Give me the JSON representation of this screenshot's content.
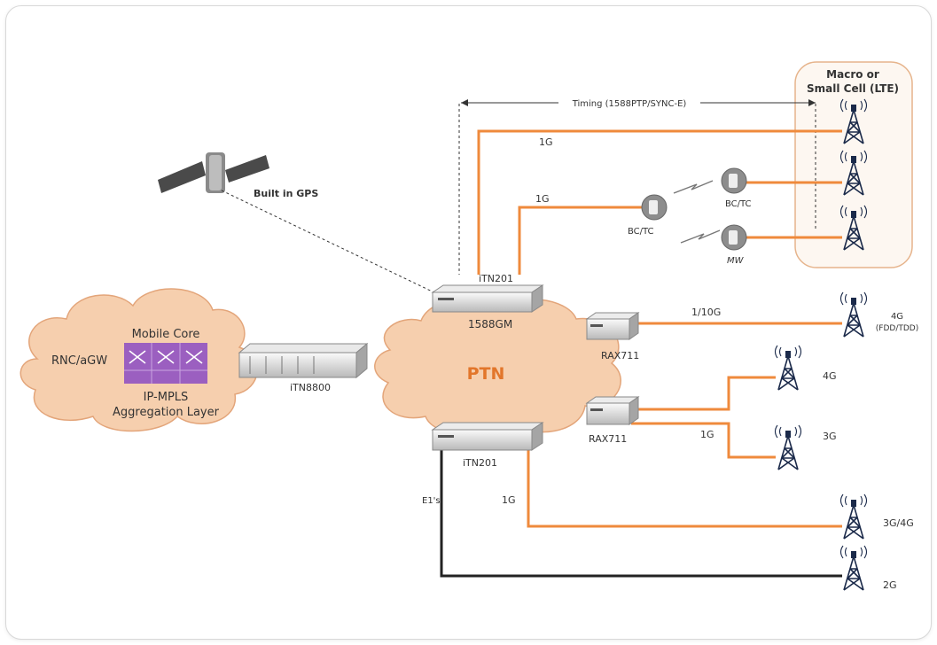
{
  "title_timing": "Timing (1588PTP/SYNC-E)",
  "gps": "Built in GPS",
  "cell_group": {
    "line1": "Macro or",
    "line2": "Small Cell (LTE)"
  },
  "core": {
    "title": "Mobile Core",
    "left": "RNC/aGW",
    "agg1": "IP-MPLS",
    "agg2": "Aggregation Layer"
  },
  "devices": {
    "itn8800": "iTN8800",
    "itn201_top": "iTN201",
    "gm": "1588GM",
    "itn201_bottom": "iTN201",
    "rax_top": "RAX711",
    "rax_bottom": "RAX711"
  },
  "ptn": "PTN",
  "links": {
    "l1": "1G",
    "l2": "1G",
    "l3": "1/10G",
    "l4": "1G",
    "l5": "1G",
    "e1": "E1's"
  },
  "radio": {
    "bctc_left": "BC/TC",
    "bctc_right": "BC/TC",
    "mw": "MW"
  },
  "towers": {
    "t4g_fdd": "4G",
    "t4g_fdd_sub": "(FDD/TDD)",
    "t4g": "4G",
    "t3g": "3G",
    "t3g4g": "3G/4G",
    "t2g": "2G"
  },
  "colors": {
    "orange": "#ef8a3c",
    "cloud": "#f6cfae",
    "cloud_edge": "#e3a57a",
    "core": "#9b5fc0",
    "ptn": "#e2762b",
    "black": "#222222"
  }
}
